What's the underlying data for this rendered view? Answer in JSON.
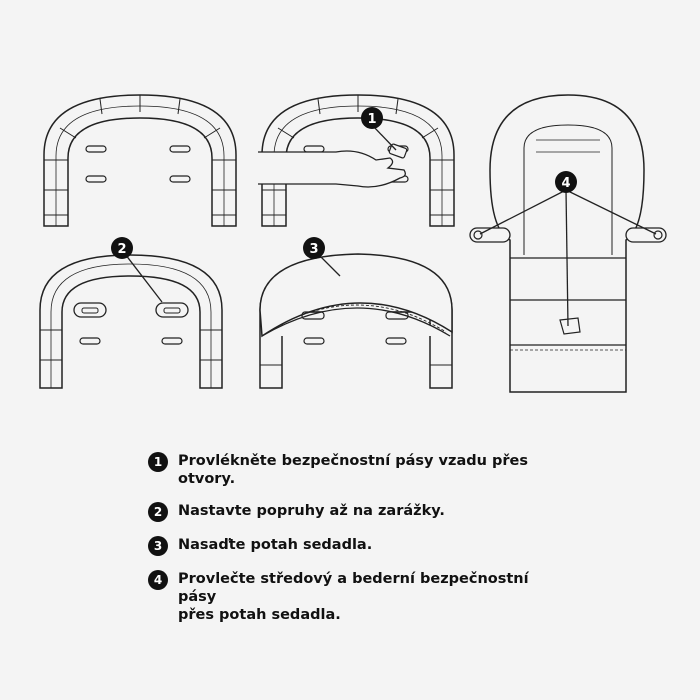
{
  "callouts": [
    "1",
    "2",
    "3",
    "4"
  ],
  "steps": [
    {
      "num": "1",
      "lines": [
        "Provlékněte bezpečnostní pásy vzadu přes otvory."
      ]
    },
    {
      "num": "2",
      "lines": [
        "Nastavte popruhy až na zarážky."
      ]
    },
    {
      "num": "3",
      "lines": [
        "Nasaďte potah sedadla."
      ]
    },
    {
      "num": "4",
      "lines": [
        "Provlečte středový a bederní bezpečnostní pásy",
        "přes potah sedadla."
      ]
    }
  ],
  "colors": {
    "ink": "#111111",
    "background": "#f4f4f4",
    "fill": "#f4f4f4"
  }
}
